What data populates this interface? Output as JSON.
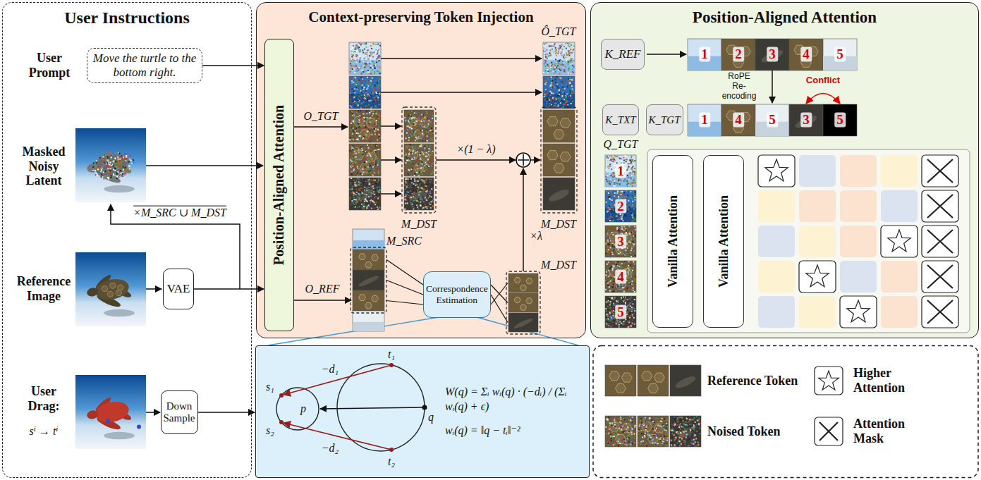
{
  "diagram": {
    "nodes": [
      {
        "text": [
          "User Instructions"
        ]
      },
      {
        "text": [
          "Move the turtle to the bottom right."
        ],
        "in": 0
      },
      {
        "text": [
          "VAE"
        ],
        "in": 0
      },
      {
        "text": [
          "Down Sample"
        ],
        "in": 0
      },
      {
        "text": [
          "Context-preserving Token Injection"
        ]
      },
      {
        "text": [
          "Position-Aligned Attention"
        ],
        "in": 4
      },
      {
        "text": [
          "Correspondence Estimation"
        ],
        "in": 4
      },
      {
        "text": [
          "Position-Aligned Attention"
        ]
      },
      {
        "text": [
          "K_REF"
        ],
        "in": 7
      },
      {
        "text": [
          "K_TXT"
        ],
        "in": 7
      },
      {
        "text": [
          "K_TGT"
        ],
        "in": 7
      },
      {
        "text": [
          "Vanilla Attention"
        ],
        "in": 7
      },
      {
        "text": [
          "Vanilla Attention"
        ],
        "in": 7
      },
      {
        "text": [
          "W(q) = Σᵢ wᵢ(q) · (−dᵢ) / (Σᵢ wᵢ(q) + ϵ)",
          "wᵢ(q) = ‖q − tᵢ‖⁻²"
        ]
      }
    ],
    "edges": [
      {
        "from": 1,
        "to": 5,
        "arrow": "to"
      },
      {
        "from": 2,
        "to": 5,
        "arrow": "to"
      },
      {
        "from": 3,
        "to": 13,
        "arrow": "to"
      }
    ],
    "labels": [
      "User Prompt",
      "Masked Noisy Latent",
      "×M_SRC ∪ M_DST",
      "Reference Image",
      "User Drag:",
      "sⁱ → tⁱ",
      "O_TGT",
      "Ô_TGT",
      "M_DST",
      "×(1 − λ)",
      "M_DST",
      "×λ",
      "O_REF",
      "M_SRC",
      "M_DST",
      "RoPE Re-encoding",
      "Conflict",
      "1",
      "2",
      "3",
      "4",
      "5",
      "1",
      "4",
      "5",
      "3",
      "5",
      "Q_TGT",
      "1",
      "2",
      "3",
      "4",
      "5",
      "s₁",
      "s₂",
      "p",
      "t₁",
      "t₂",
      "q",
      "−d₁",
      "−d₂"
    ],
    "legend": [
      {
        "text": "Reference Token"
      },
      {
        "text": "Noised Token"
      },
      {
        "text": "Higher Attention"
      },
      {
        "text": "Attention Mask"
      }
    ]
  }
}
